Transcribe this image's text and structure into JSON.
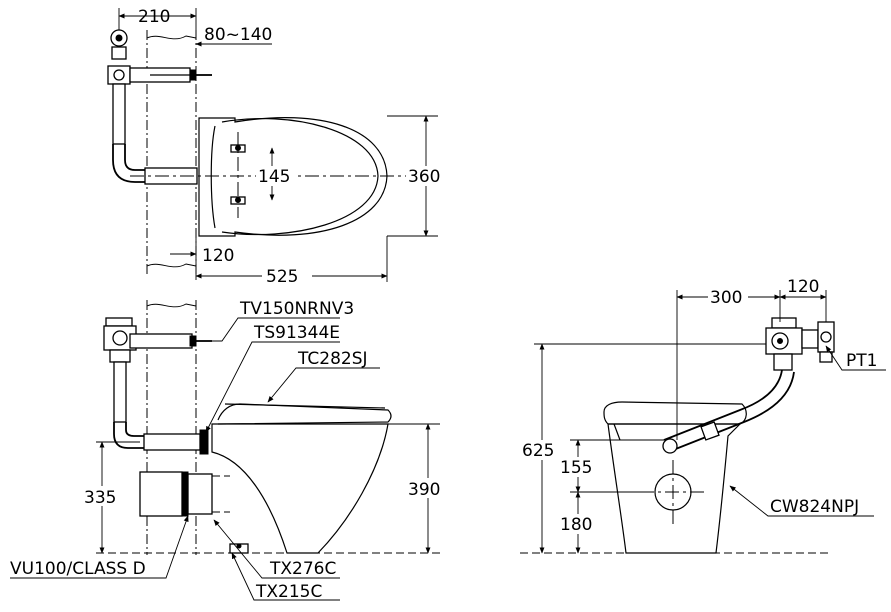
{
  "dimensions": {
    "top_width": "210",
    "top_offset": "80~140",
    "seat_center": "145",
    "seat_width": "360",
    "wall_gap": "120",
    "overall_depth": "525",
    "rear_to_valve": "300",
    "valve_offset": "120",
    "total_height": "625",
    "inlet_height": "155",
    "outlet_height": "180",
    "side_supply_height": "335",
    "bowl_height": "390"
  },
  "labels": {
    "flush_valve": "TV150NRNV3",
    "connector": "TS91344E",
    "seat": "TC282SJ",
    "stop_valve": "PT1",
    "flush_pipe": "CW824NPJ",
    "vacuum_breaker": "VU100/CLASS D",
    "floor_flange": "TX276C",
    "floor_seal": "TX215C"
  }
}
